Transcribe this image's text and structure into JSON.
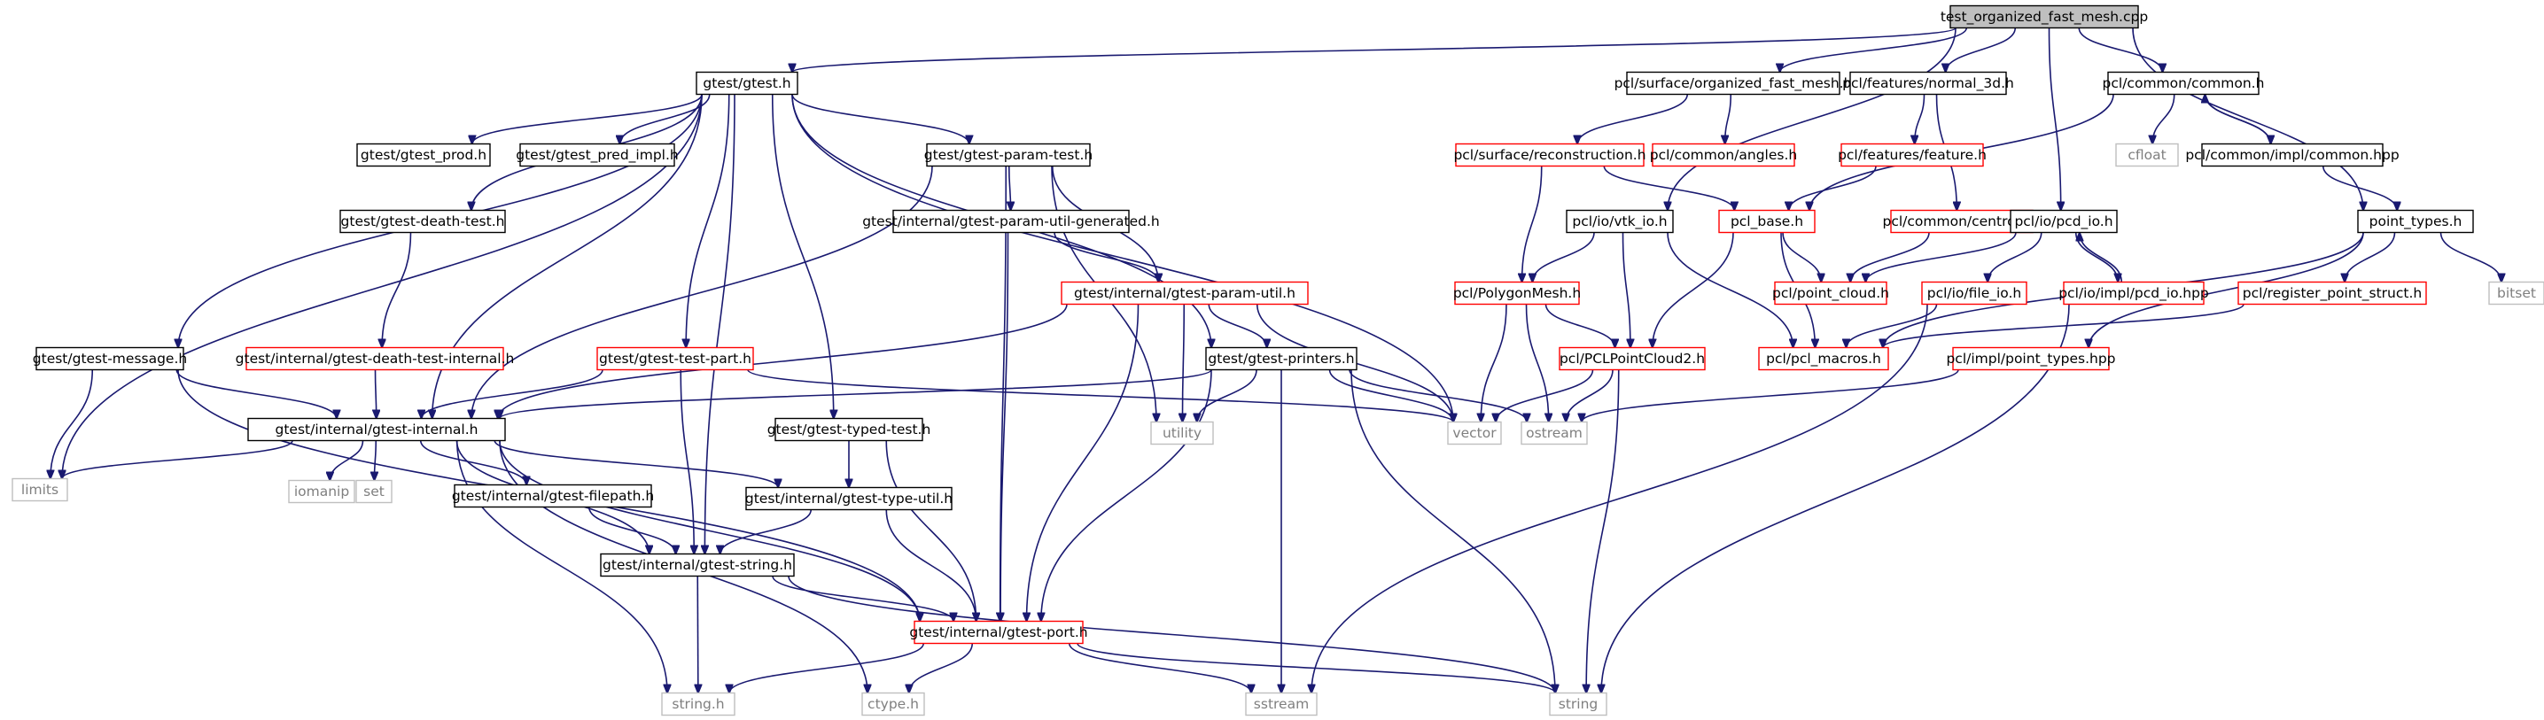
{
  "colors": {
    "edge": "#191970",
    "root_fill": "#bfbfbf",
    "border_normal": "#000000",
    "border_truncated": "#ff0000",
    "border_external": "#bfbfbf"
  },
  "nodes": [
    {
      "id": "root",
      "label": "test_organized_fast_mesh.cpp",
      "kind": "root"
    },
    {
      "id": "gtest",
      "label": "gtest/gtest.h",
      "kind": "normal"
    },
    {
      "id": "ofm",
      "label": "pcl/surface/organized_fast_mesh.h",
      "kind": "normal"
    },
    {
      "id": "n3d",
      "label": "pcl/features/normal_3d.h",
      "kind": "normal"
    },
    {
      "id": "common",
      "label": "pcl/common/common.h",
      "kind": "normal"
    },
    {
      "id": "prod",
      "label": "gtest/gtest_prod.h",
      "kind": "normal"
    },
    {
      "id": "predimpl",
      "label": "gtest/gtest_pred_impl.h",
      "kind": "normal"
    },
    {
      "id": "paramtest",
      "label": "gtest/gtest-param-test.h",
      "kind": "normal"
    },
    {
      "id": "recon",
      "label": "pcl/surface/reconstruction.h",
      "kind": "truncated"
    },
    {
      "id": "angles",
      "label": "pcl/common/angles.h",
      "kind": "truncated"
    },
    {
      "id": "feature",
      "label": "pcl/features/feature.h",
      "kind": "truncated"
    },
    {
      "id": "cfloat",
      "label": "cfloat",
      "kind": "external"
    },
    {
      "id": "commonhpp",
      "label": "pcl/common/impl/common.hpp",
      "kind": "normal"
    },
    {
      "id": "deathtest",
      "label": "gtest/gtest-death-test.h",
      "kind": "normal"
    },
    {
      "id": "pugen",
      "label": "gtest/internal/gtest-param-util-generated.h",
      "kind": "normal"
    },
    {
      "id": "vtkio",
      "label": "pcl/io/vtk_io.h",
      "kind": "normal"
    },
    {
      "id": "pclbase",
      "label": "pcl_base.h",
      "kind": "truncated"
    },
    {
      "id": "centroid",
      "label": "pcl/common/centroid.h",
      "kind": "truncated"
    },
    {
      "id": "pcdio",
      "label": "pcl/io/pcd_io.h",
      "kind": "normal"
    },
    {
      "id": "ptypes",
      "label": "point_types.h",
      "kind": "normal"
    },
    {
      "id": "pu",
      "label": "gtest/internal/gtest-param-util.h",
      "kind": "truncated"
    },
    {
      "id": "polymesh",
      "label": "pcl/PolygonMesh.h",
      "kind": "truncated"
    },
    {
      "id": "pointcloud",
      "label": "pcl/point_cloud.h",
      "kind": "truncated"
    },
    {
      "id": "fileio",
      "label": "pcl/io/file_io.h",
      "kind": "truncated"
    },
    {
      "id": "pcdiohpp",
      "label": "pcl/io/impl/pcd_io.hpp",
      "kind": "truncated"
    },
    {
      "id": "regstruct",
      "label": "pcl/register_point_struct.h",
      "kind": "truncated"
    },
    {
      "id": "bitset",
      "label": "bitset",
      "kind": "external"
    },
    {
      "id": "message",
      "label": "gtest/gtest-message.h",
      "kind": "normal"
    },
    {
      "id": "dtinternal",
      "label": "gtest/internal/gtest-death-test-internal.h",
      "kind": "truncated"
    },
    {
      "id": "testpart",
      "label": "gtest/gtest-test-part.h",
      "kind": "truncated"
    },
    {
      "id": "printers",
      "label": "gtest/gtest-printers.h",
      "kind": "normal"
    },
    {
      "id": "pcl2",
      "label": "pcl/PCLPointCloud2.h",
      "kind": "truncated"
    },
    {
      "id": "macros",
      "label": "pcl/pcl_macros.h",
      "kind": "truncated"
    },
    {
      "id": "ptypeshpp",
      "label": "pcl/impl/point_types.hpp",
      "kind": "truncated"
    },
    {
      "id": "internal",
      "label": "gtest/internal/gtest-internal.h",
      "kind": "normal"
    },
    {
      "id": "typedtest",
      "label": "gtest/gtest-typed-test.h",
      "kind": "normal"
    },
    {
      "id": "utility",
      "label": "utility",
      "kind": "external"
    },
    {
      "id": "vector",
      "label": "vector",
      "kind": "external"
    },
    {
      "id": "ostream",
      "label": "ostream",
      "kind": "external"
    },
    {
      "id": "limits",
      "label": "limits",
      "kind": "external"
    },
    {
      "id": "iomanip",
      "label": "iomanip",
      "kind": "external"
    },
    {
      "id": "set",
      "label": "set",
      "kind": "external"
    },
    {
      "id": "filepath",
      "label": "gtest/internal/gtest-filepath.h",
      "kind": "normal"
    },
    {
      "id": "typeutil",
      "label": "gtest/internal/gtest-type-util.h",
      "kind": "normal"
    },
    {
      "id": "gstring",
      "label": "gtest/internal/gtest-string.h",
      "kind": "normal"
    },
    {
      "id": "port",
      "label": "gtest/internal/gtest-port.h",
      "kind": "truncated"
    },
    {
      "id": "stringh",
      "label": "string.h",
      "kind": "external"
    },
    {
      "id": "ctype",
      "label": "ctype.h",
      "kind": "external"
    },
    {
      "id": "sstream",
      "label": "sstream",
      "kind": "external"
    },
    {
      "id": "string",
      "label": "string",
      "kind": "external"
    }
  ],
  "edges": [
    [
      "root",
      "gtest"
    ],
    [
      "root",
      "ofm"
    ],
    [
      "root",
      "n3d"
    ],
    [
      "root",
      "common"
    ],
    [
      "root",
      "vtkio"
    ],
    [
      "root",
      "pcdio"
    ],
    [
      "root",
      "ptypes"
    ],
    [
      "gtest",
      "prod"
    ],
    [
      "gtest",
      "predimpl"
    ],
    [
      "gtest",
      "paramtest"
    ],
    [
      "gtest",
      "deathtest"
    ],
    [
      "gtest",
      "message"
    ],
    [
      "gtest",
      "testpart"
    ],
    [
      "gtest",
      "printers"
    ],
    [
      "gtest",
      "internal"
    ],
    [
      "gtest",
      "typedtest"
    ],
    [
      "gtest",
      "gstring"
    ],
    [
      "gtest",
      "limits"
    ],
    [
      "gtest",
      "vector"
    ],
    [
      "ofm",
      "recon"
    ],
    [
      "ofm",
      "angles"
    ],
    [
      "n3d",
      "feature"
    ],
    [
      "n3d",
      "centroid"
    ],
    [
      "common",
      "cfloat"
    ],
    [
      "common",
      "commonhpp"
    ],
    [
      "common",
      "pclbase"
    ],
    [
      "commonhpp",
      "common"
    ],
    [
      "commonhpp",
      "ptypes"
    ],
    [
      "paramtest",
      "pugen"
    ],
    [
      "paramtest",
      "pu"
    ],
    [
      "paramtest",
      "internal"
    ],
    [
      "paramtest",
      "port"
    ],
    [
      "paramtest",
      "utility"
    ],
    [
      "recon",
      "pclbase"
    ],
    [
      "recon",
      "polymesh"
    ],
    [
      "feature",
      "pclbase"
    ],
    [
      "centroid",
      "pointcloud"
    ],
    [
      "deathtest",
      "dtinternal"
    ],
    [
      "pugen",
      "pu"
    ],
    [
      "pugen",
      "port"
    ],
    [
      "vtkio",
      "polymesh"
    ],
    [
      "vtkio",
      "pcl2"
    ],
    [
      "vtkio",
      "macros"
    ],
    [
      "pclbase",
      "pointcloud"
    ],
    [
      "pclbase",
      "pcl2"
    ],
    [
      "pclbase",
      "macros"
    ],
    [
      "pcdio",
      "pointcloud"
    ],
    [
      "pcdio",
      "fileio"
    ],
    [
      "pcdio",
      "pcdiohpp"
    ],
    [
      "pcdiohpp",
      "pcdio"
    ],
    [
      "pcdiohpp",
      "string"
    ],
    [
      "ptypes",
      "regstruct"
    ],
    [
      "ptypes",
      "bitset"
    ],
    [
      "ptypes",
      "ptypeshpp"
    ],
    [
      "ptypes",
      "macros"
    ],
    [
      "pu",
      "printers"
    ],
    [
      "pu",
      "internal"
    ],
    [
      "pu",
      "port"
    ],
    [
      "pu",
      "utility"
    ],
    [
      "pu",
      "vector"
    ],
    [
      "polymesh",
      "pcl2"
    ],
    [
      "polymesh",
      "vector"
    ],
    [
      "polymesh",
      "ostream"
    ],
    [
      "fileio",
      "macros"
    ],
    [
      "fileio",
      "sstream"
    ],
    [
      "regstruct",
      "macros"
    ],
    [
      "ptypeshpp",
      "ostream"
    ],
    [
      "message",
      "internal"
    ],
    [
      "message",
      "limits"
    ],
    [
      "message",
      "port"
    ],
    [
      "dtinternal",
      "internal"
    ],
    [
      "testpart",
      "internal"
    ],
    [
      "testpart",
      "gstring"
    ],
    [
      "testpart",
      "vector"
    ],
    [
      "printers",
      "internal"
    ],
    [
      "printers",
      "port"
    ],
    [
      "printers",
      "utility"
    ],
    [
      "printers",
      "vector"
    ],
    [
      "printers",
      "ostream"
    ],
    [
      "printers",
      "sstream"
    ],
    [
      "printers",
      "string"
    ],
    [
      "pcl2",
      "vector"
    ],
    [
      "pcl2",
      "ostream"
    ],
    [
      "pcl2",
      "string"
    ],
    [
      "internal",
      "limits"
    ],
    [
      "internal",
      "iomanip"
    ],
    [
      "internal",
      "set"
    ],
    [
      "internal",
      "filepath"
    ],
    [
      "internal",
      "typeutil"
    ],
    [
      "internal",
      "gstring"
    ],
    [
      "internal",
      "port"
    ],
    [
      "internal",
      "stringh"
    ],
    [
      "internal",
      "ctype"
    ],
    [
      "typedtest",
      "typeutil"
    ],
    [
      "typedtest",
      "port"
    ],
    [
      "filepath",
      "gstring"
    ],
    [
      "typeutil",
      "gstring"
    ],
    [
      "typeutil",
      "port"
    ],
    [
      "gstring",
      "port"
    ],
    [
      "gstring",
      "stringh"
    ],
    [
      "gstring",
      "string"
    ],
    [
      "port",
      "stringh"
    ],
    [
      "port",
      "ctype"
    ],
    [
      "port",
      "sstream"
    ],
    [
      "port",
      "string"
    ]
  ]
}
